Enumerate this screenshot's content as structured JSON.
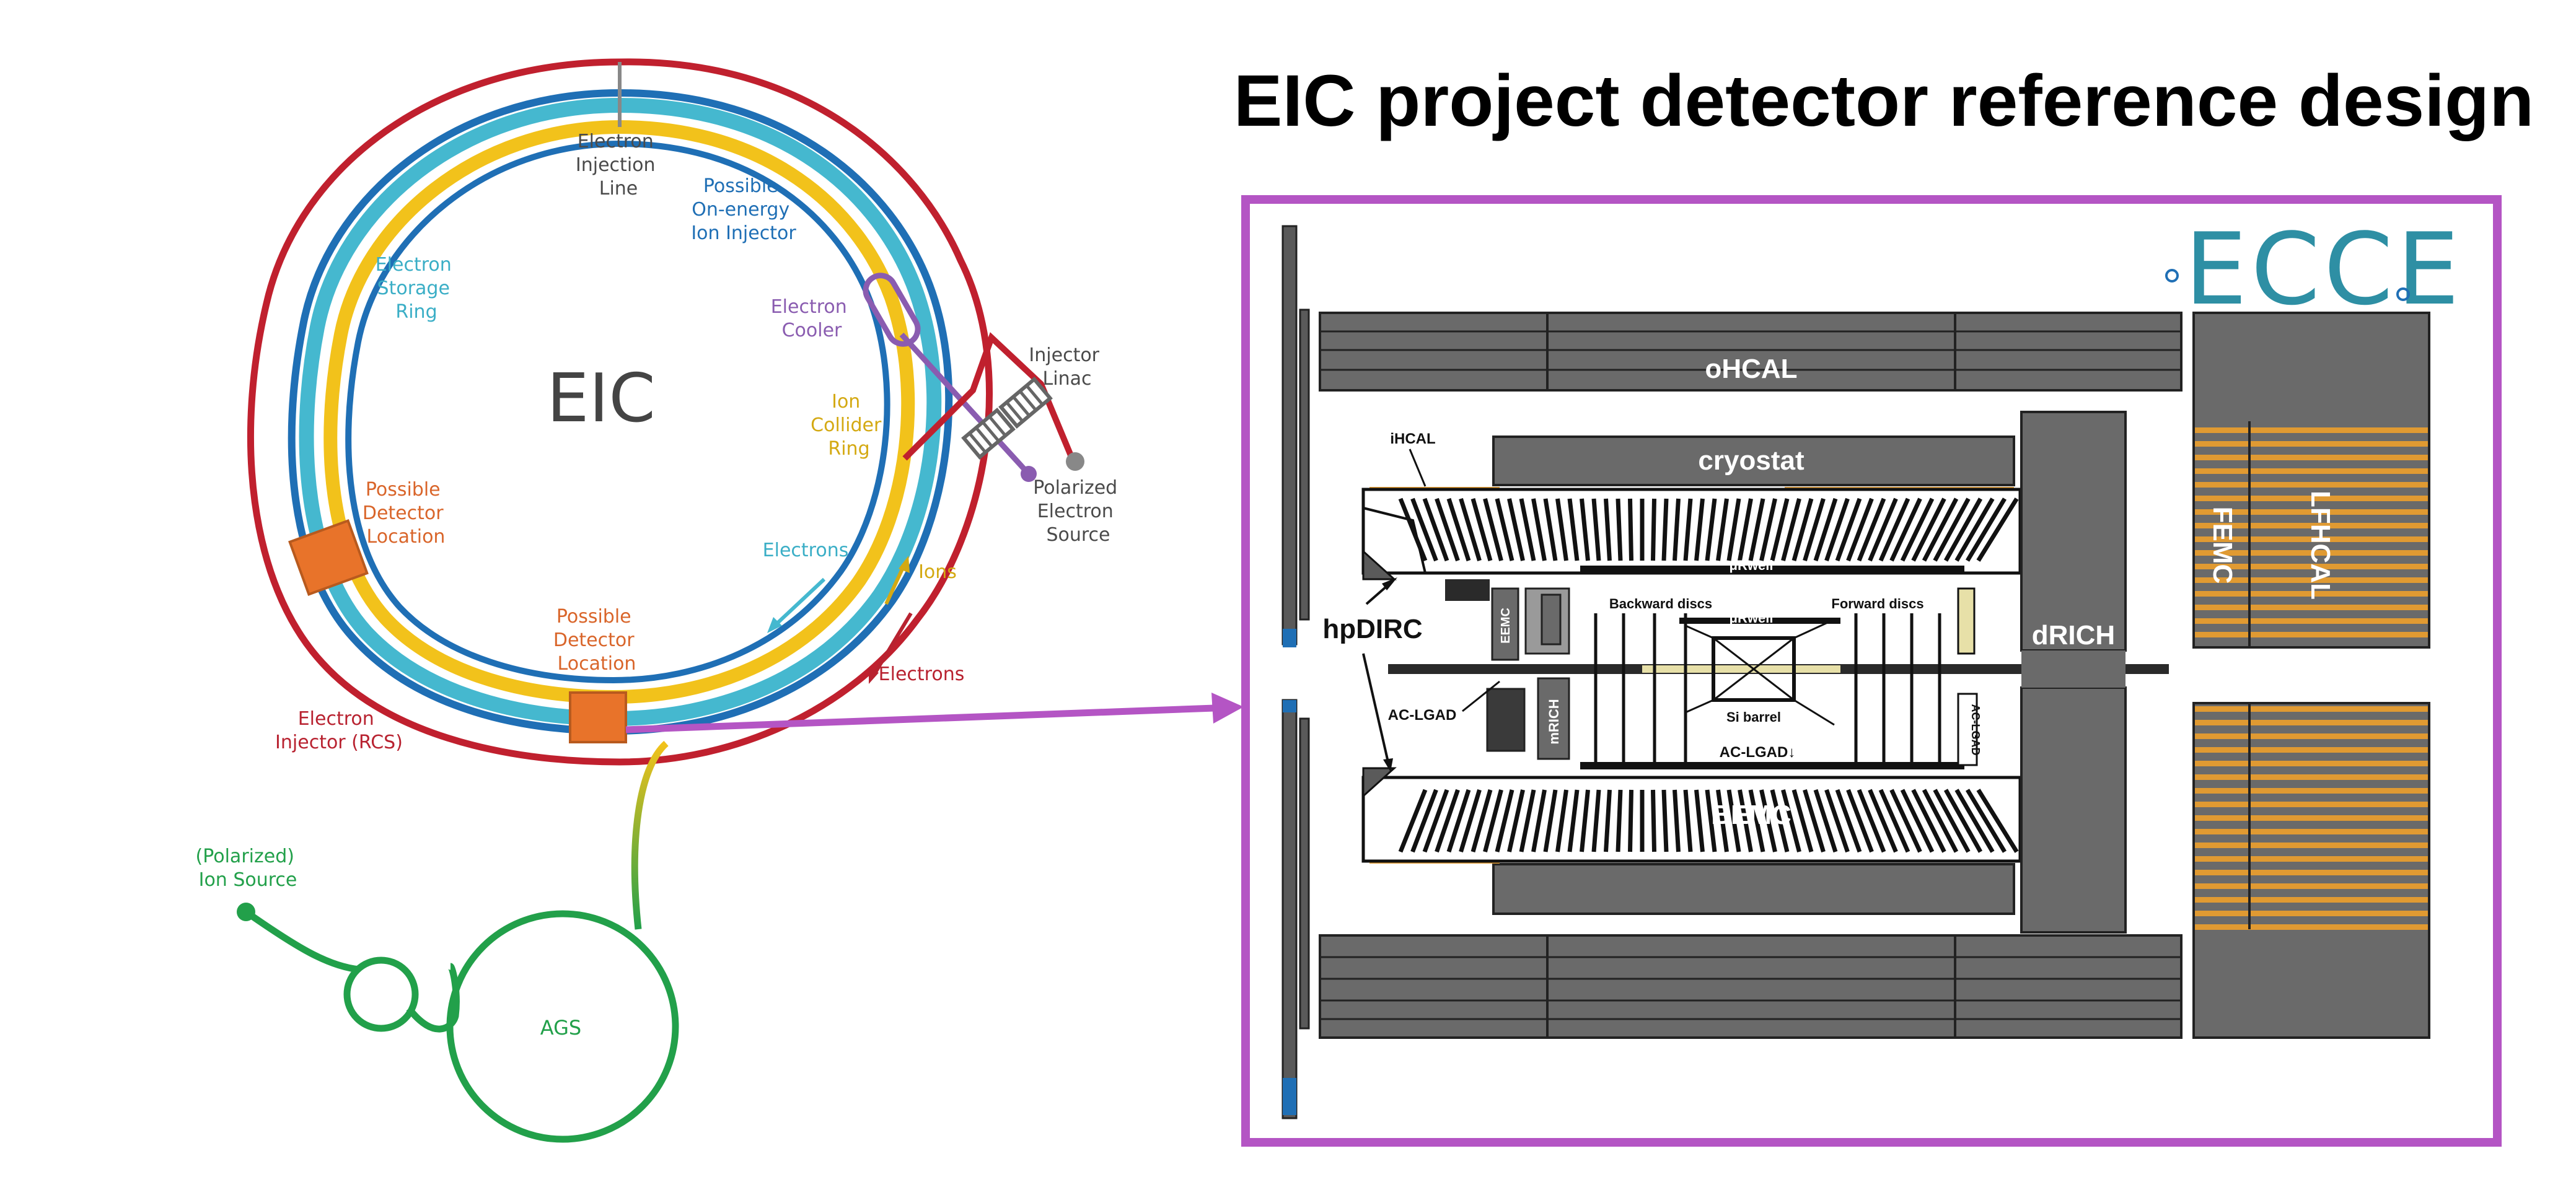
{
  "title": "EIC project detector reference design",
  "accelerator": {
    "name": "EIC",
    "labels": {
      "electron_injection_line": [
        "Electron",
        "Injection",
        "Line"
      ],
      "possible_on_energy_ion_injector": [
        "Possible",
        "On-energy",
        "Ion Injector"
      ],
      "electron_storage_ring": [
        "Electron",
        "Storage",
        "Ring"
      ],
      "electron_cooler": [
        "Electron",
        "Cooler"
      ],
      "injector_linac": [
        "Injector",
        "Linac"
      ],
      "ion_collider_ring": [
        "Ion",
        "Collider",
        "Ring"
      ],
      "polarized_electron_source": [
        "Polarized",
        "Electron",
        "Source"
      ],
      "possible_detector_location_left": [
        "Possible",
        "Detector",
        "Location"
      ],
      "possible_detector_location_bottom": [
        "Possible",
        "Detector",
        "Location"
      ],
      "electrons_cyan": "Electrons",
      "ions": "Ions",
      "electrons_red": "Electrons",
      "electron_injector_rcs": [
        "Electron",
        "Injector (RCS)"
      ],
      "polarized_ion_source": [
        "(Polarized)",
        "Ion Source"
      ],
      "ags": "AGS"
    }
  },
  "detector": {
    "logo": "ECCE",
    "labels": {
      "ohcal": "oHCAL",
      "cryostat": "cryostat",
      "ihcal": "iHCAL",
      "murwell_top": "μRwell",
      "backward_discs": "Backward discs",
      "forward_discs": "Forward discs",
      "murwell_mid": "μRwell",
      "hpdirc": "hpDIRC",
      "eemc": "EEMC",
      "drich": "dRICH",
      "femc": "FEMC",
      "lfhcal": "LFHCAL",
      "ac_lgad_left": "AC-LGAD",
      "mrich": "mRICH",
      "si_barrel": "Si barrel",
      "ac_lgad_right": "AC-LGAD",
      "ac_lgad_bottom": "AC-LGAD↓",
      "bemc": "BEMC"
    }
  },
  "colors": {
    "frame": "#b455c4",
    "hadron_ring": "#c0202e",
    "electron_ring": "#1f6fb5",
    "storage_ring": "#45b8cf",
    "ion_ring": "#f2c21b",
    "green_line": "#22a04a",
    "detector_location": "#e8732a",
    "calorimeter_gray": "#6a6a6a",
    "orange_stripe": "#e09a32",
    "label_gray": "#4a4a4a",
    "label_blue": "#1f6fb5",
    "label_cyan": "#3aaec6",
    "label_purple": "#8a5cb0",
    "label_yellow": "#d4a912",
    "label_orange": "#d9652a",
    "label_red": "#b82230",
    "label_green": "#22a04a"
  }
}
